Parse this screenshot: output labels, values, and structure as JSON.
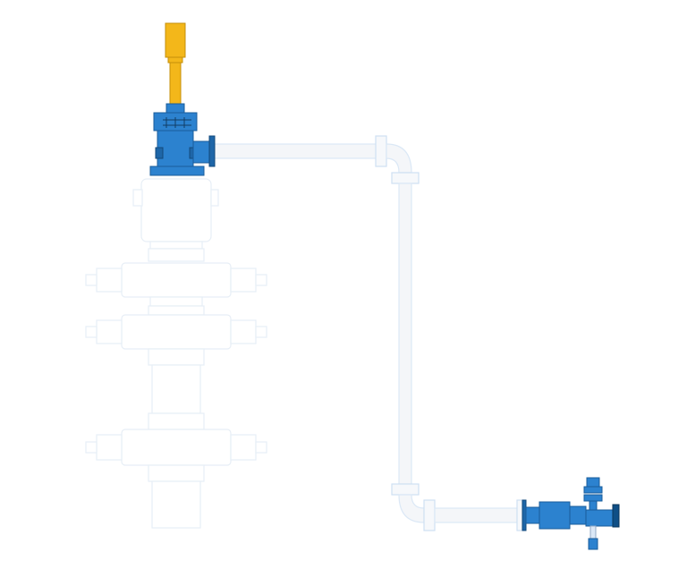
{
  "diagram": {
    "colors": {
      "background": "#ffffff",
      "active_equipment": "#2c82cf",
      "actuator": "#f3b71a",
      "inactive_outline": "#e7eef6",
      "pipe_fill": "#f4f6f9",
      "pipe_outline": "#dbe8f6"
    },
    "components": [
      {
        "name": "yellow-actuator",
        "state": "active"
      },
      {
        "name": "blue-top-valve",
        "state": "active"
      },
      {
        "name": "wellhead-stack",
        "state": "inactive"
      },
      {
        "name": "flowline-pipe",
        "state": "inactive"
      },
      {
        "name": "blue-choke-valve",
        "state": "active"
      }
    ]
  }
}
